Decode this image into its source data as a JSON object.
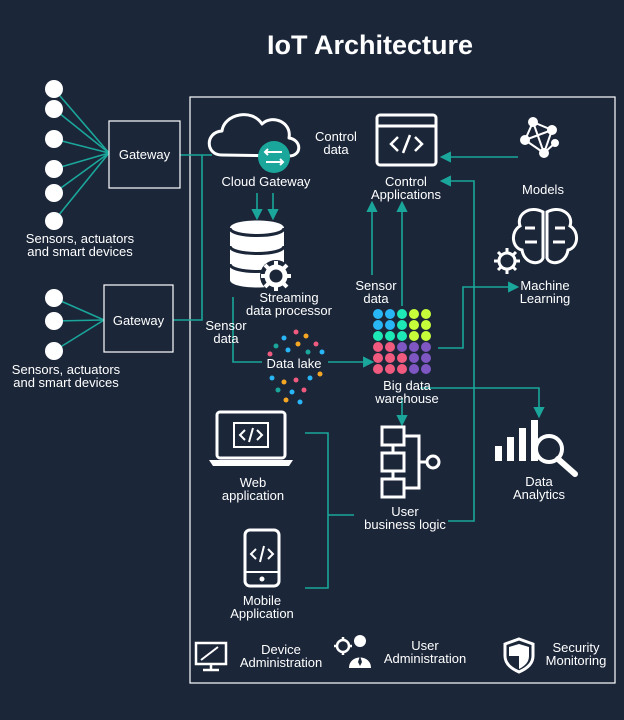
{
  "title": "IoT Architecture",
  "colors": {
    "background": "#1b2639",
    "line": "#1aa69a",
    "accent": "#1aa69a"
  },
  "devices": {
    "group1_label": [
      "Sensors, actuators",
      "and smart devices"
    ],
    "group2_label": [
      "Sensors, actuators",
      "and smart devices"
    ]
  },
  "gateways": [
    "Gateway",
    "Gateway"
  ],
  "cloud_gateway": "Cloud Gateway",
  "control_data": [
    "Control",
    "data"
  ],
  "control_applications": [
    "Control",
    "Applications"
  ],
  "models": "Models",
  "machine_learning": [
    "Machine",
    "Learning"
  ],
  "streaming_processor": [
    "Streaming",
    "data processor"
  ],
  "sensor_data_left": [
    "Sensor",
    "data"
  ],
  "sensor_data_mid": [
    "Sensor",
    "data"
  ],
  "data_lake": "Data lake",
  "big_data_warehouse": [
    "Big data",
    "warehouse"
  ],
  "web_application": [
    "Web",
    "application"
  ],
  "user_business_logic": [
    "User",
    "business logic"
  ],
  "data_analytics": [
    "Data",
    "Analytics"
  ],
  "mobile_application": [
    "Mobile",
    "Application"
  ],
  "footer": {
    "device_admin": [
      "Device",
      "Administration"
    ],
    "user_admin": [
      "User",
      "Administration"
    ],
    "security_monitoring": [
      "Security",
      "Monitoring"
    ]
  },
  "icons": [
    "cloud-icon",
    "arrows-icon",
    "database-icon",
    "gear-icon",
    "code-window-icon",
    "network-model-icon",
    "brain-icon",
    "laptop-icon",
    "phone-icon",
    "flowchart-icon",
    "bar-chart-icon",
    "magnifier-icon",
    "monitor-icon",
    "user-gear-icon",
    "shield-icon"
  ]
}
